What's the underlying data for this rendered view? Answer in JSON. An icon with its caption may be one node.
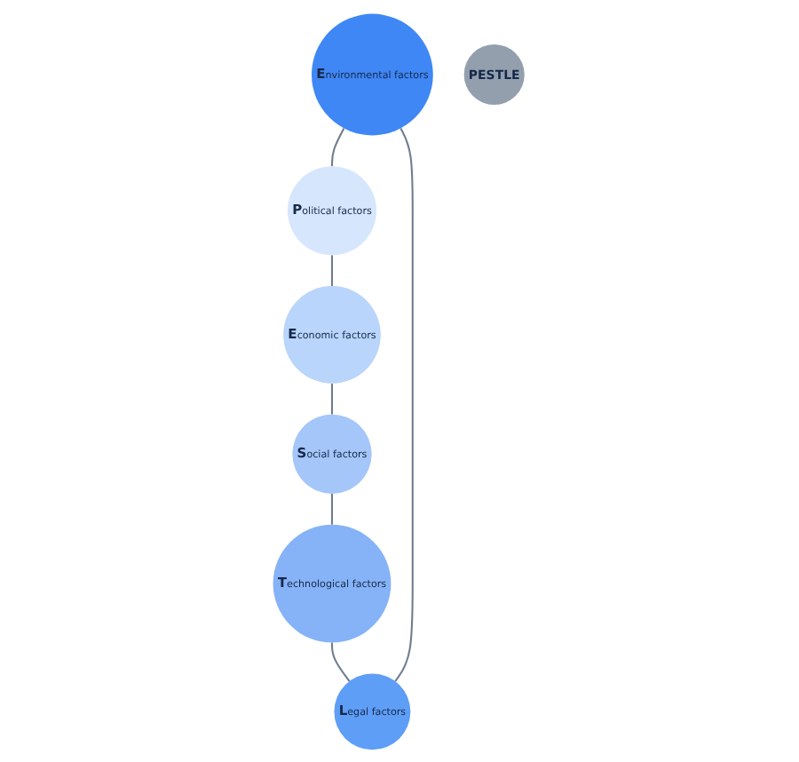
{
  "diagram": {
    "nodes": [
      {
        "text": [
          "**E**nvironmental factors"
        ]
      },
      {
        "text": [
          "**P**olitical factors"
        ]
      },
      {
        "text": [
          "**L**egal factors"
        ]
      },
      {
        "text": [
          "PESTLE"
        ]
      },
      {
        "text": [
          "**E**conomic factors"
        ]
      },
      {
        "text": [
          "**T**echnological factors"
        ]
      },
      {
        "text": [
          "**S**ocial factors"
        ]
      }
    ],
    "edges": [
      {
        "from": 0,
        "to": 1,
        "arrow": "none"
      },
      {
        "from": 1,
        "to": 4,
        "arrow": "none"
      },
      {
        "from": 4,
        "to": 6,
        "arrow": "none"
      },
      {
        "from": 6,
        "to": 5,
        "arrow": "none"
      },
      {
        "from": 5,
        "to": 2,
        "arrow": "none"
      },
      {
        "from": 2,
        "to": 0,
        "arrow": "none"
      }
    ]
  }
}
